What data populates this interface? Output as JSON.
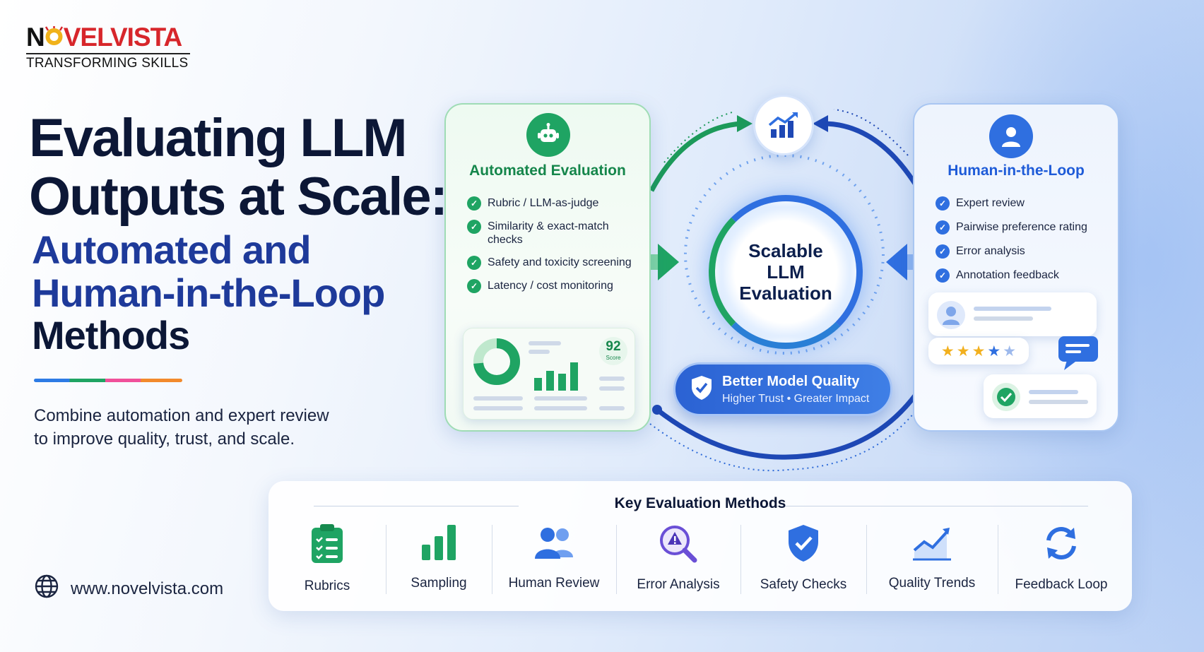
{
  "logo": {
    "brand_prefix": "N",
    "brand_rest": "VELVISTA",
    "tagline": "TRANSFORMING SKILLS"
  },
  "title": {
    "line1": "Evaluating LLM",
    "line2": "Outputs at Scale:",
    "line3": "Automated and",
    "line4": "Human-in-the-Loop",
    "line5": "Methods"
  },
  "subtitle": {
    "line1": "Combine automation and expert review",
    "line2": "to improve quality, trust, and scale."
  },
  "website": "www.novelvista.com",
  "automated": {
    "title": "Automated Evaluation",
    "items": [
      "Rubric / LLM-as-judge",
      "Similarity & exact-match checks",
      "Safety and toxicity screening",
      "Latency / cost monitoring"
    ],
    "score_value": "92",
    "score_label": "Score",
    "accent": "#1fa463"
  },
  "center": {
    "line1": "Scalable",
    "line2": "LLM",
    "line3": "Evaluation"
  },
  "banner": {
    "title": "Better Model Quality",
    "subtitle": "Higher Trust • Greater Impact"
  },
  "human": {
    "title": "Human-in-the-Loop",
    "items": [
      "Expert review",
      "Pairwise preference rating",
      "Error analysis",
      "Annotation feedback"
    ],
    "rating_stars": 4,
    "accent": "#2f6fe0"
  },
  "methods": {
    "title": "Key Evaluation Methods",
    "items": [
      {
        "label": "Rubrics",
        "icon": "clipboard-icon"
      },
      {
        "label": "Sampling",
        "icon": "bar-chart-icon"
      },
      {
        "label": "Human Review",
        "icon": "people-icon"
      },
      {
        "label": "Error Analysis",
        "icon": "magnifier-warning-icon"
      },
      {
        "label": "Safety Checks",
        "icon": "shield-check-icon"
      },
      {
        "label": "Quality Trends",
        "icon": "trend-chart-icon"
      },
      {
        "label": "Feedback Loop",
        "icon": "refresh-icon"
      }
    ]
  }
}
